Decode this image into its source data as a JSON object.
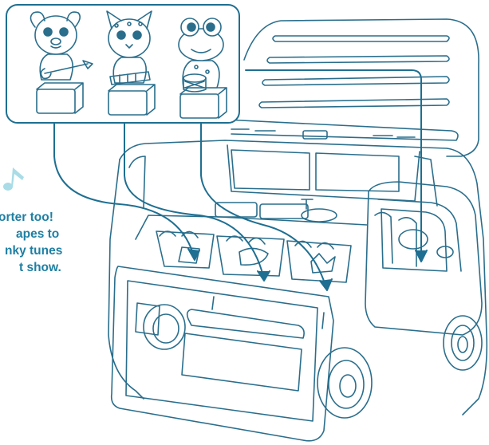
{
  "caption": {
    "lines": [
      "orter too!",
      "apes to",
      "nky tunes",
      "t show."
    ]
  },
  "icons": [
    "music-note-icon"
  ],
  "colors": {
    "line": "#2a6e8c",
    "accent": "#1e7fa3",
    "note": "#a9dce6"
  },
  "figures": [
    "puppy-guitar-figure",
    "kitten-keyboard-figure",
    "frog-drum-figure"
  ]
}
